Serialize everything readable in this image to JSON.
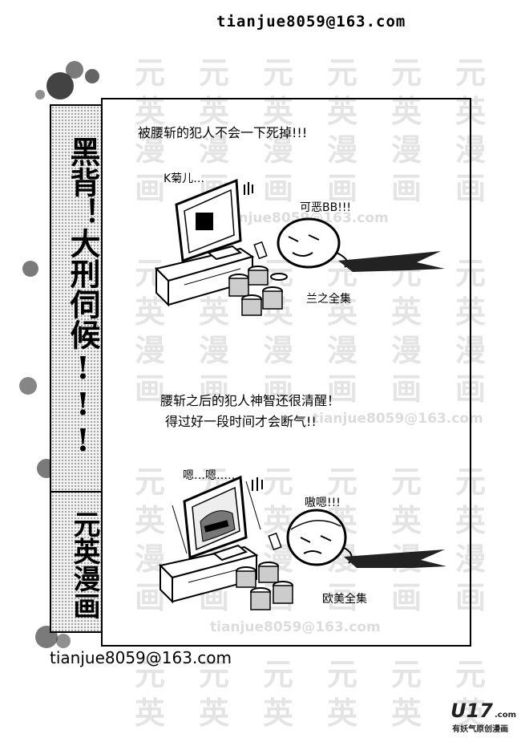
{
  "header": {
    "email": "tianjue8059@163.com"
  },
  "footer": {
    "email": "tianjue8059@163.com"
  },
  "watermark": {
    "chars": [
      "元",
      "英",
      "漫",
      "画"
    ],
    "email": "tianjue8059@163.com"
  },
  "sidebar": {
    "title": "黑背！大刑伺候!!!",
    "subtitle": "元英漫画"
  },
  "panel1": {
    "caption": "被腰斩的犯人不会一下死掉!!!",
    "tv_speech": "K菊儿…",
    "man_speech": "可恶BB!!!",
    "dvd_label": "兰之全集"
  },
  "panel2": {
    "caption_line1": "腰斩之后的犯人神智还很清醒！",
    "caption_line2": "得过好一段时间才会断气!!",
    "tv_speech": "嗯…嗯……",
    "man_speech": "嗷嗯!!!",
    "dvd_label": "欧美全集"
  },
  "logo": {
    "brand": "U17",
    "domain": ".com",
    "tagline": "有妖气原创漫画"
  }
}
